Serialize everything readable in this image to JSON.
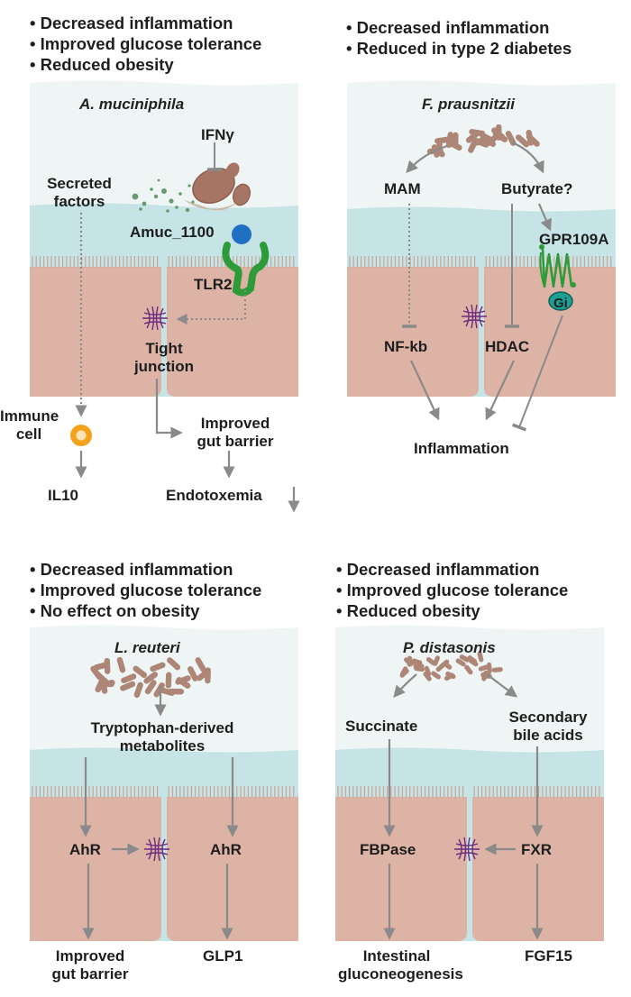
{
  "panels": [
    {
      "bullets": [
        "Decreased inflammation",
        "Improved glucose tolerance",
        "Reduced obesity"
      ],
      "species": "A. muciniphila",
      "labels": {
        "ifng": "IFNγ",
        "secreted": "Secreted\nfactors",
        "amuc": "Amuc_1100",
        "tlr2": "TLR2",
        "tight_junction": "Tight\njunction",
        "immune_cell": "Immune\ncell",
        "il10": "IL10",
        "gut_barrier": "Improved\ngut barrier",
        "endotoxemia": "Endotoxemia"
      }
    },
    {
      "bullets": [
        "Decreased inflammation",
        "Reduced in type 2 diabetes"
      ],
      "species": "F. prausnitzii",
      "labels": {
        "mam": "MAM",
        "butyrate": "Butyrate?",
        "gpr": "GPR109A",
        "gi": "Gi",
        "nfkb": "NF-kb",
        "hdac": "HDAC",
        "inflammation": "Inflammation"
      }
    },
    {
      "bullets": [
        "Decreased inflammation",
        "Improved glucose tolerance",
        "No effect on obesity"
      ],
      "species": "L. reuteri",
      "labels": {
        "metabolites": "Tryptophan-derived\nmetabolites",
        "ahr_left": "AhR",
        "ahr_right": "AhR",
        "gut_barrier": "Improved\ngut barrier",
        "glp1": "GLP1"
      }
    },
    {
      "bullets": [
        "Decreased inflammation",
        "Improved glucose tolerance",
        "Reduced obesity"
      ],
      "species": "P. distasonis",
      "labels": {
        "succinate": "Succinate",
        "bile_acids": "Secondary\nbile acids",
        "fbpase": "FBPase",
        "fxr": "FXR",
        "gluconeogenesis": "Intestinal\ngluconeogenesis",
        "fgf15": "FGF15"
      }
    }
  ],
  "colors": {
    "lumen": "#eef5f4",
    "mucus": "#c6e4e6",
    "epithelium": "#ddb3a5",
    "microvilli": "#caa090",
    "bacteria": "#ad8677",
    "arrow": "#8a8a8a",
    "receptor": "#2e9a3a",
    "amuc": "#1f6fc2",
    "gi": "#1f9e93",
    "junction": "#6b2a7e",
    "immune": "#f4a21c"
  }
}
